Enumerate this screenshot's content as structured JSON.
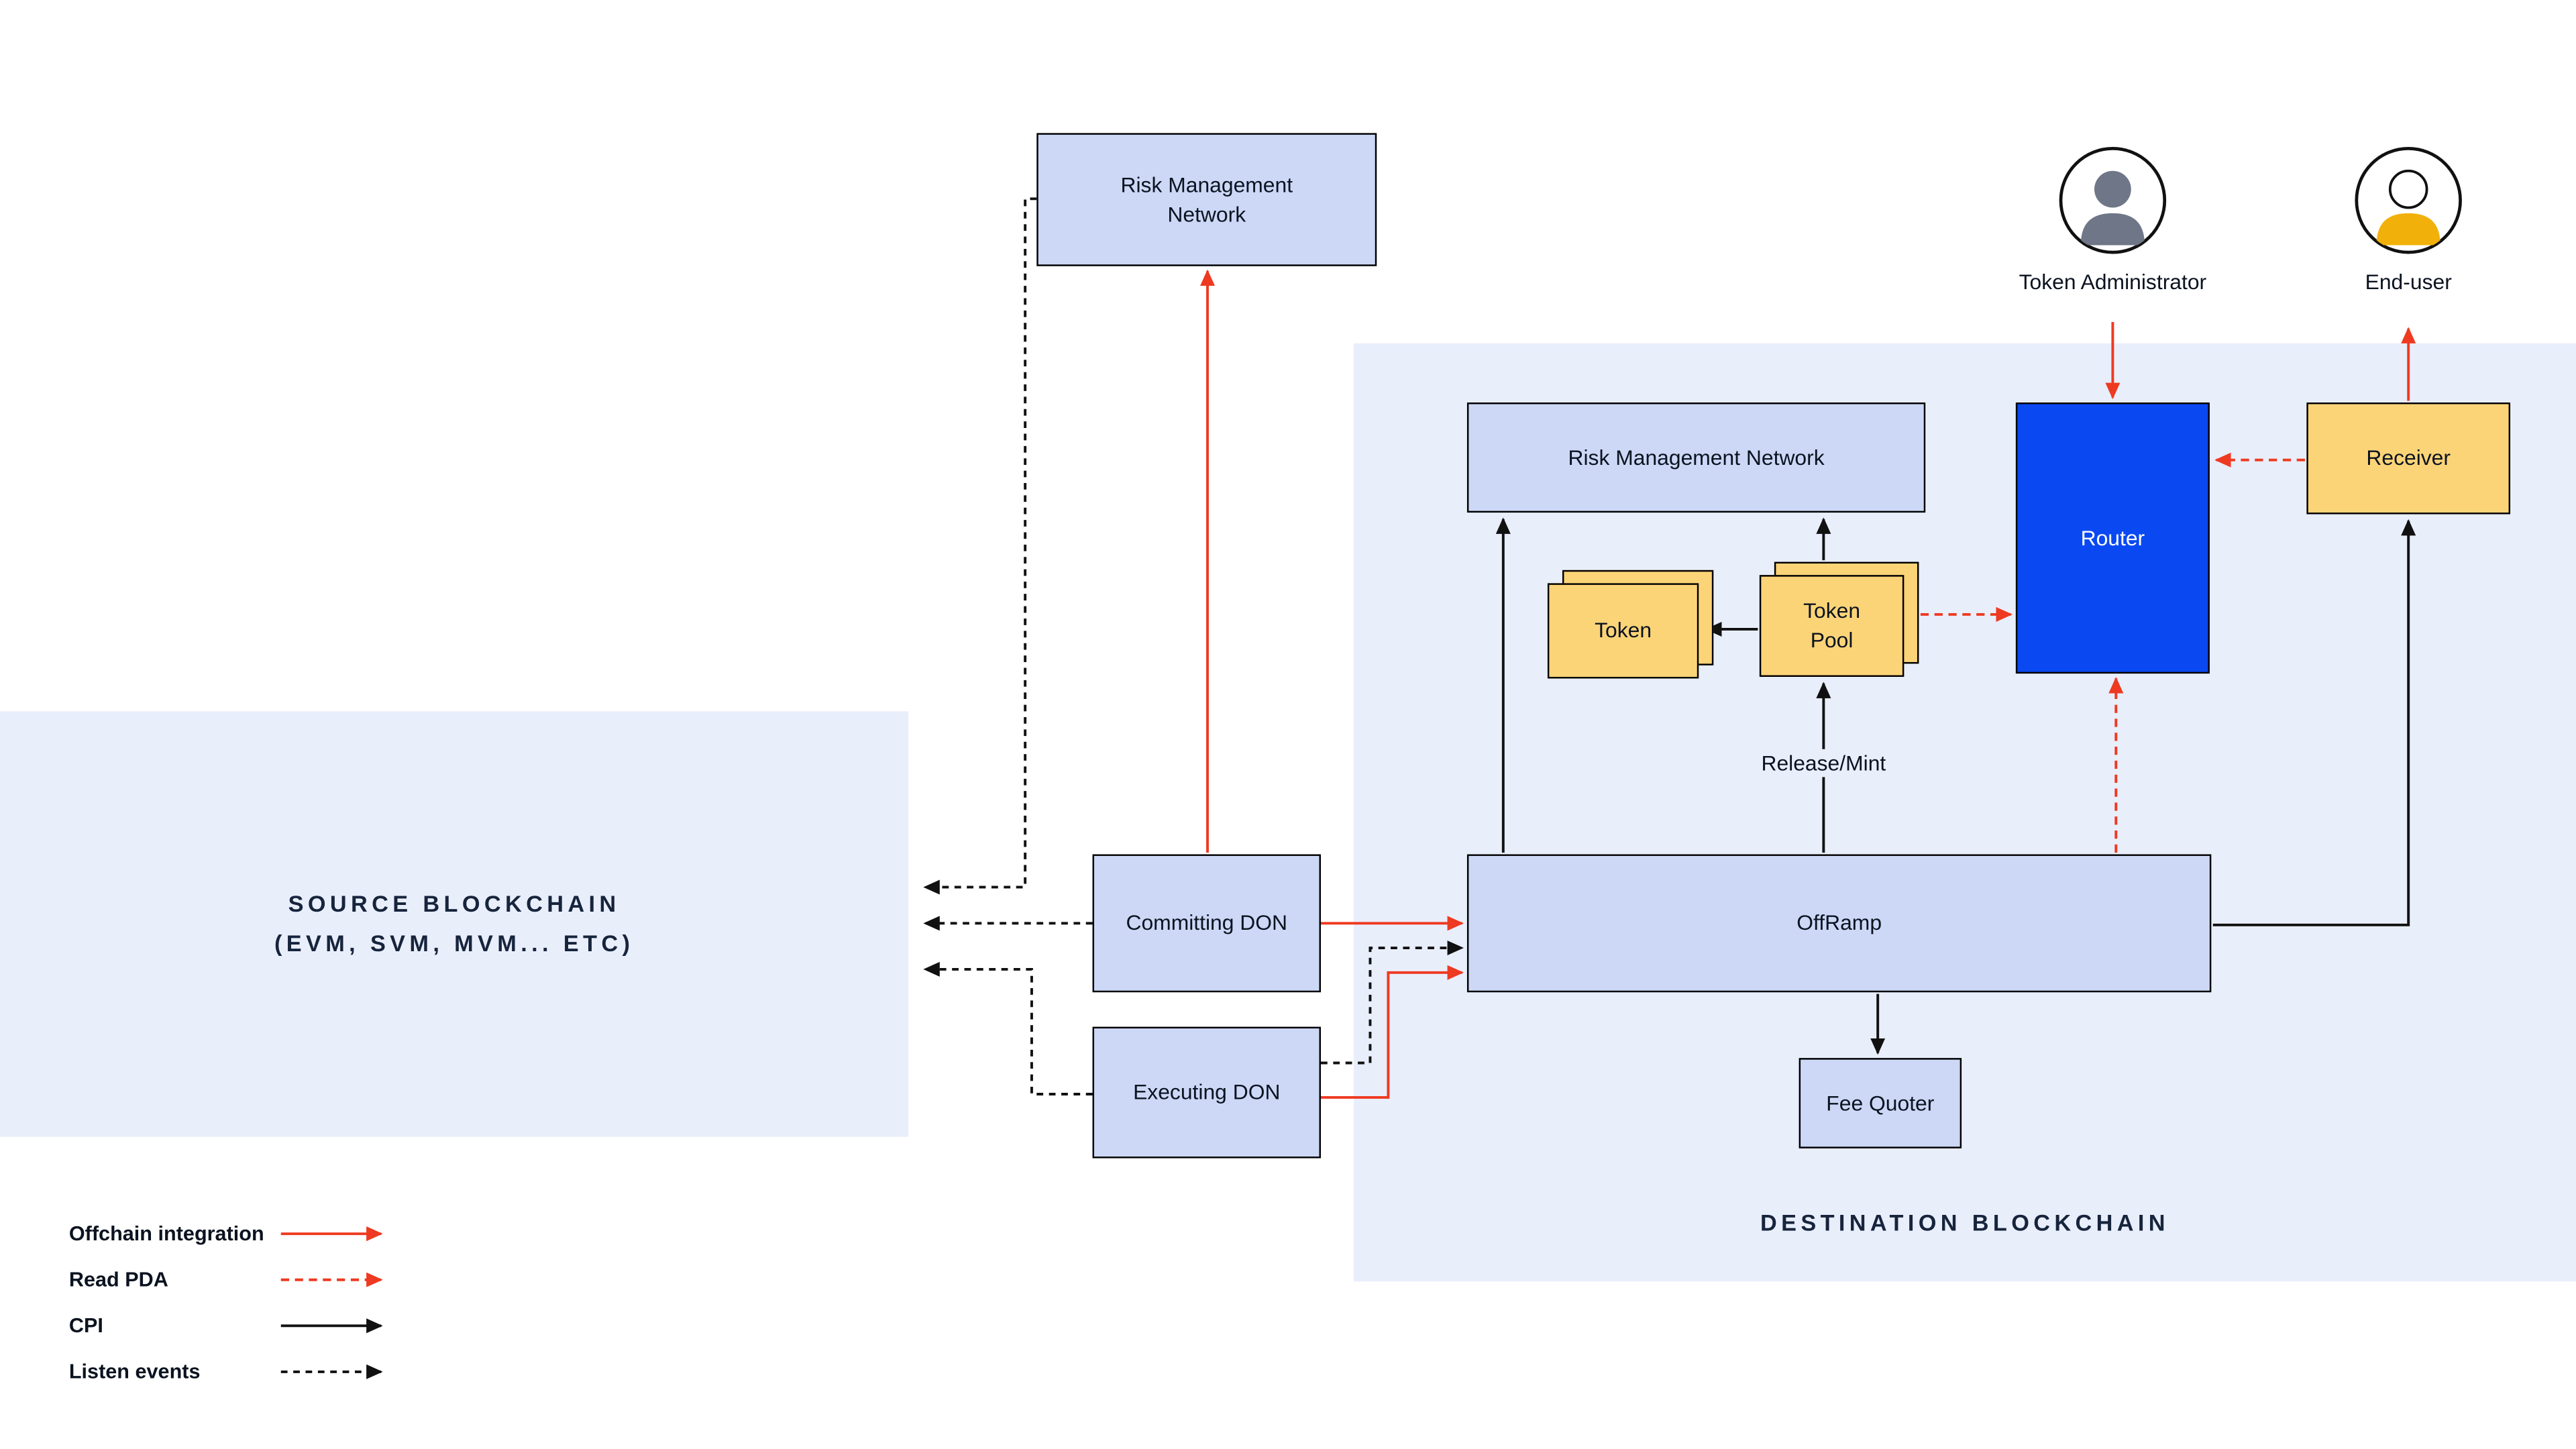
{
  "colors": {
    "region_bg": "#e9eefb",
    "box_blue_light": "#ccd8f6",
    "box_yellow": "#fcd478",
    "router_blue": "#0a49f2",
    "accent_red": "#ee3a21",
    "line_black": "#111111",
    "person_gray": "#6e7687",
    "person_yellow": "#f2b10a",
    "title_navy": "#16243c"
  },
  "top_network": {
    "label": "Risk Management Network"
  },
  "actors": {
    "token_administrator": "Token Administrator",
    "end_user": "End-user"
  },
  "source_blockchain": {
    "line1": "SOURCE BLOCKCHAIN",
    "line2": "(EVM, SVM, MVM... ETC)"
  },
  "destination_blockchain": {
    "title": "DESTINATION BLOCKCHAIN",
    "risk_management_network": "Risk Management Network",
    "token": "Token",
    "token_pool": "Token Pool",
    "router": "Router",
    "receiver": "Receiver",
    "offramp": "OffRamp",
    "fee_quoter": "Fee Quoter",
    "release_mint": "Release/Mint"
  },
  "offchain": {
    "committing_don": "Committing DON",
    "executing_don": "Executing DON"
  },
  "legend": {
    "offchain_integration": "Offchain integration",
    "read_pda": "Read PDA",
    "cpi": "CPI",
    "listen_events": "Listen events"
  }
}
